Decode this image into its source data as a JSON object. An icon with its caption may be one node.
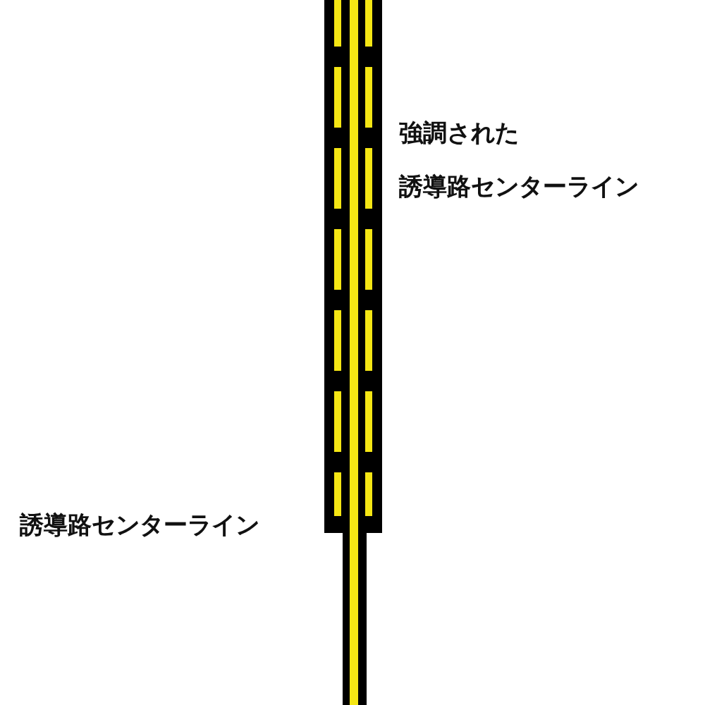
{
  "diagram": {
    "labels": [
      "強調された",
      "誘導路センターライン",
      "誘導路センターライン"
    ]
  }
}
